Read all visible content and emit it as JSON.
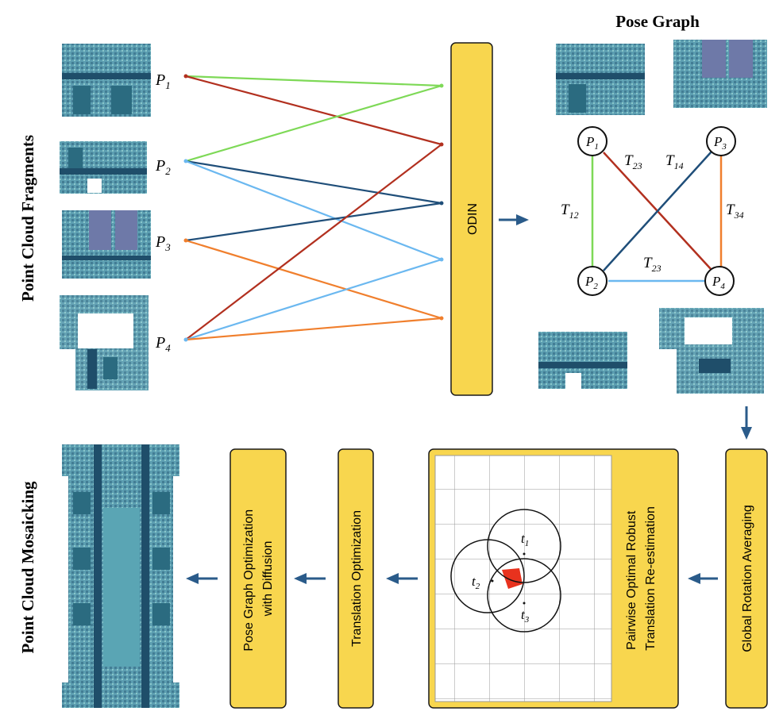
{
  "labels": {
    "fragments_title": "Point Cloud Fragments",
    "mosaicking_title": "Point Cloud Mosaicking",
    "pose_graph_title": "Pose Graph"
  },
  "poses": {
    "p1": {
      "base": "P",
      "sub": "1"
    },
    "p2": {
      "base": "P",
      "sub": "2"
    },
    "p3": {
      "base": "P",
      "sub": "3"
    },
    "p4": {
      "base": "P",
      "sub": "4"
    }
  },
  "graph_nodes": {
    "p1": {
      "base": "P",
      "sub": "1"
    },
    "p2": {
      "base": "P",
      "sub": "2"
    },
    "p3": {
      "base": "P",
      "sub": "3"
    },
    "p4": {
      "base": "P",
      "sub": "4"
    }
  },
  "graph_edges": {
    "t12": {
      "base": "T",
      "sub": "12"
    },
    "t23a": {
      "base": "T",
      "sub": "23"
    },
    "t14": {
      "base": "T",
      "sub": "14"
    },
    "t34": {
      "base": "T",
      "sub": "34"
    },
    "t23b": {
      "base": "T",
      "sub": "23"
    }
  },
  "boxes": {
    "odin": "ODIN",
    "global_rotation": "Global Rotation Averaging",
    "pairwise_line1": "Pairwise Optimal Robust",
    "pairwise_line2": "Translation Re-estimation",
    "translation_opt": "Translation Optimization",
    "pgo_line1": "Pose Graph Optimization",
    "pgo_line2": "with Diffusion"
  },
  "circle_points": {
    "t1": {
      "base": "t",
      "sub": "1"
    },
    "t2": {
      "base": "t",
      "sub": "2"
    },
    "t3": {
      "base": "t",
      "sub": "3"
    }
  },
  "colors": {
    "box_fill": "#f8d64e",
    "box_stroke": "#1a1a1a",
    "arrow": "#2a5b8a",
    "green": "#7ed957",
    "red": "#b2301f",
    "dark_blue": "#1f4e79",
    "light_blue": "#6bb8f0",
    "orange": "#f07f2d",
    "highlight": "#e8321e",
    "fragment": "#3f8aa0"
  }
}
